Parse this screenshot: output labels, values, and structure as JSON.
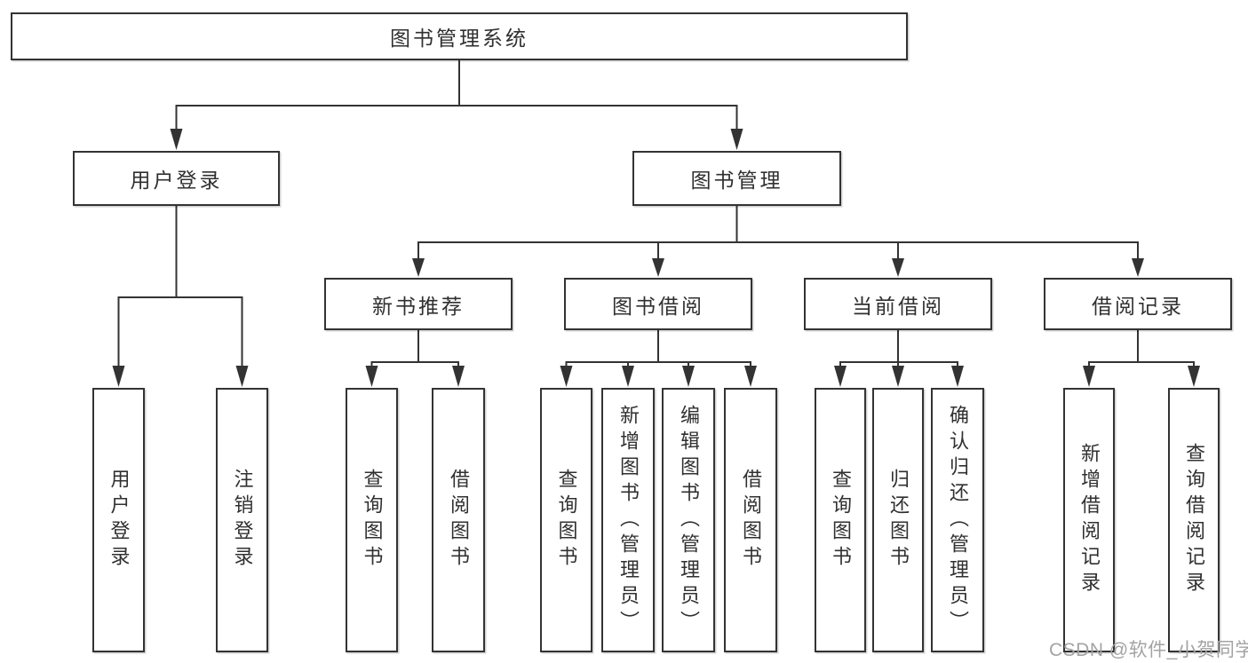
{
  "diagram": {
    "root": {
      "label": "图书管理系统"
    },
    "branches": [
      {
        "label": "用户登录",
        "children": [
          {
            "label": "用户登录"
          },
          {
            "label": "注销登录"
          }
        ]
      },
      {
        "label": "图书管理",
        "groups": [
          {
            "label": "新书推荐",
            "children": [
              {
                "label": "查询图书"
              },
              {
                "label": "借阅图书"
              }
            ]
          },
          {
            "label": "图书借阅",
            "children": [
              {
                "label": "查询图书"
              },
              {
                "label": "新增图书（管理员）"
              },
              {
                "label": "编辑图书（管理员）"
              },
              {
                "label": "借阅图书"
              }
            ]
          },
          {
            "label": "当前借阅",
            "children": [
              {
                "label": "查询图书"
              },
              {
                "label": "归还图书"
              },
              {
                "label": "确认归还（管理员）"
              }
            ]
          },
          {
            "label": "借阅记录",
            "children": [
              {
                "label": "新增借阅记录"
              },
              {
                "label": "查询借阅记录"
              }
            ]
          }
        ]
      }
    ]
  },
  "watermark": "CSDN @软件_小贺同学",
  "colors": {
    "line": "#333333",
    "box_border": "#333333",
    "box_fill": "#ffffff",
    "text": "#303030",
    "watermark": "#a3a3a3",
    "background": "#ffffff"
  }
}
